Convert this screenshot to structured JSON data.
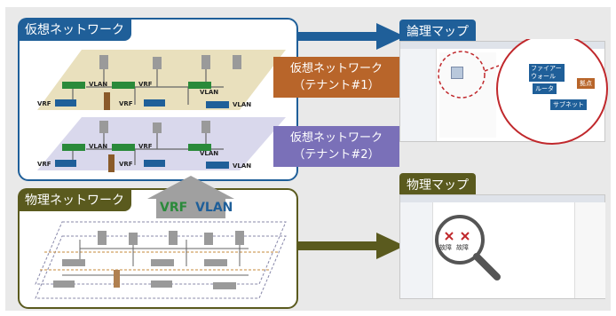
{
  "virtual_network": {
    "title": "仮想ネットワーク"
  },
  "physical_network": {
    "title": "物理ネットワーク",
    "protocols": [
      "VRF",
      "VLAN"
    ]
  },
  "tenants": [
    {
      "label_line1": "仮想ネットワーク",
      "label_line2": "（テナント#1）"
    },
    {
      "label_line1": "仮想ネットワーク",
      "label_line2": "（テナント#2）"
    }
  ],
  "logical_map": {
    "title": "論理マップ",
    "callouts": [
      "ファイアー",
      "ウォール",
      "ルータ",
      "拠点",
      "サブネット"
    ]
  },
  "physical_map": {
    "title": "物理マップ",
    "fault_labels": [
      "故障",
      "故障"
    ]
  },
  "diagram_labels": {
    "vrf": "VRF",
    "vlan": "VLAN"
  },
  "colors": {
    "virtual_blue": "#1f5f99",
    "physical_olive": "#5a5a1e",
    "tenant1_orange": "#b8652a",
    "tenant2_purple": "#7a70b8",
    "plane1": "#e9e0bd",
    "plane2": "#d9d8ec"
  }
}
